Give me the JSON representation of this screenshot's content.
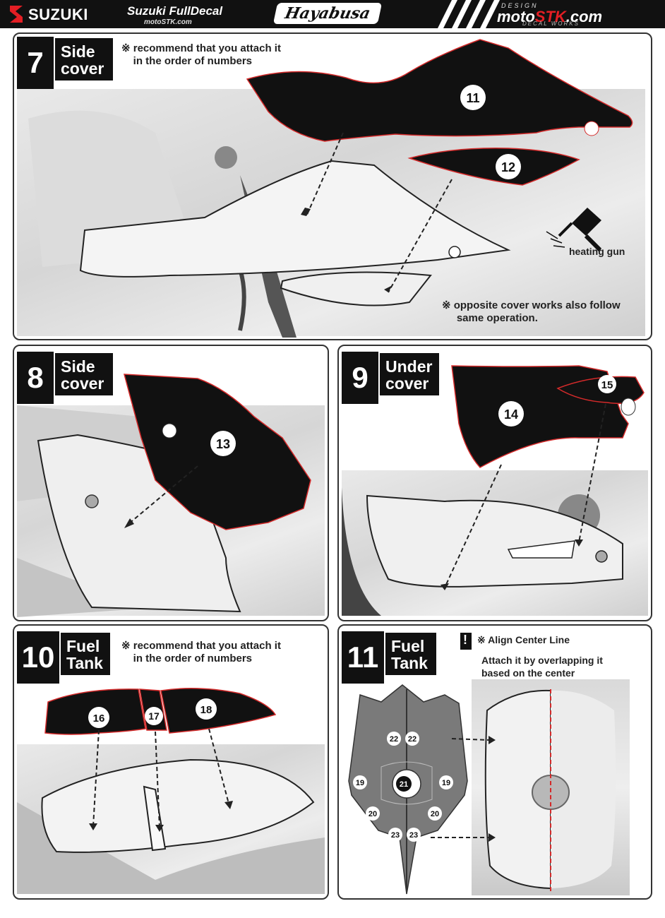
{
  "header": {
    "brand": "SUZUKI",
    "subtitle": "Suzuki FullDecal",
    "site_small": "motoSTK.com",
    "model": "Hayabusa",
    "logo_design": "DESIGN",
    "logo_main_a": "moto",
    "logo_main_b": "STK",
    "logo_main_c": ".com",
    "logo_sub": "DECAL WORKS"
  },
  "steps": {
    "s7": {
      "num": "7",
      "title_1": "Side",
      "title_2": "cover",
      "note": "※ recommend that you attach it\n    in the order of numbers",
      "parts": [
        "11",
        "12"
      ],
      "heating_gun": "heating gun",
      "opposite_note": "※ opposite cover works also follow\n     same operation."
    },
    "s8": {
      "num": "8",
      "title_1": "Side",
      "title_2": "cover",
      "parts": [
        "13"
      ]
    },
    "s9": {
      "num": "9",
      "title_1": "Under",
      "title_2": "cover",
      "parts": [
        "14",
        "15"
      ]
    },
    "s10": {
      "num": "10",
      "title_1": "Fuel",
      "title_2": "Tank",
      "note": "※ recommend that you attach it\n    in the order of numbers",
      "parts": [
        "16",
        "17",
        "18"
      ]
    },
    "s11": {
      "num": "11",
      "title_1": "Fuel",
      "title_2": "Tank",
      "alert": "!",
      "align_note": "※ Align Center Line",
      "attach_note": "Attach it by overlapping it\nbased on the center",
      "parts": [
        "22",
        "22",
        "19",
        "21",
        "19",
        "20",
        "20",
        "23",
        "23"
      ]
    }
  },
  "colors": {
    "decal": "#111111",
    "outline_red": "#d42a2a",
    "center_line": "#d42a2a",
    "template": "#7a7a7a"
  }
}
